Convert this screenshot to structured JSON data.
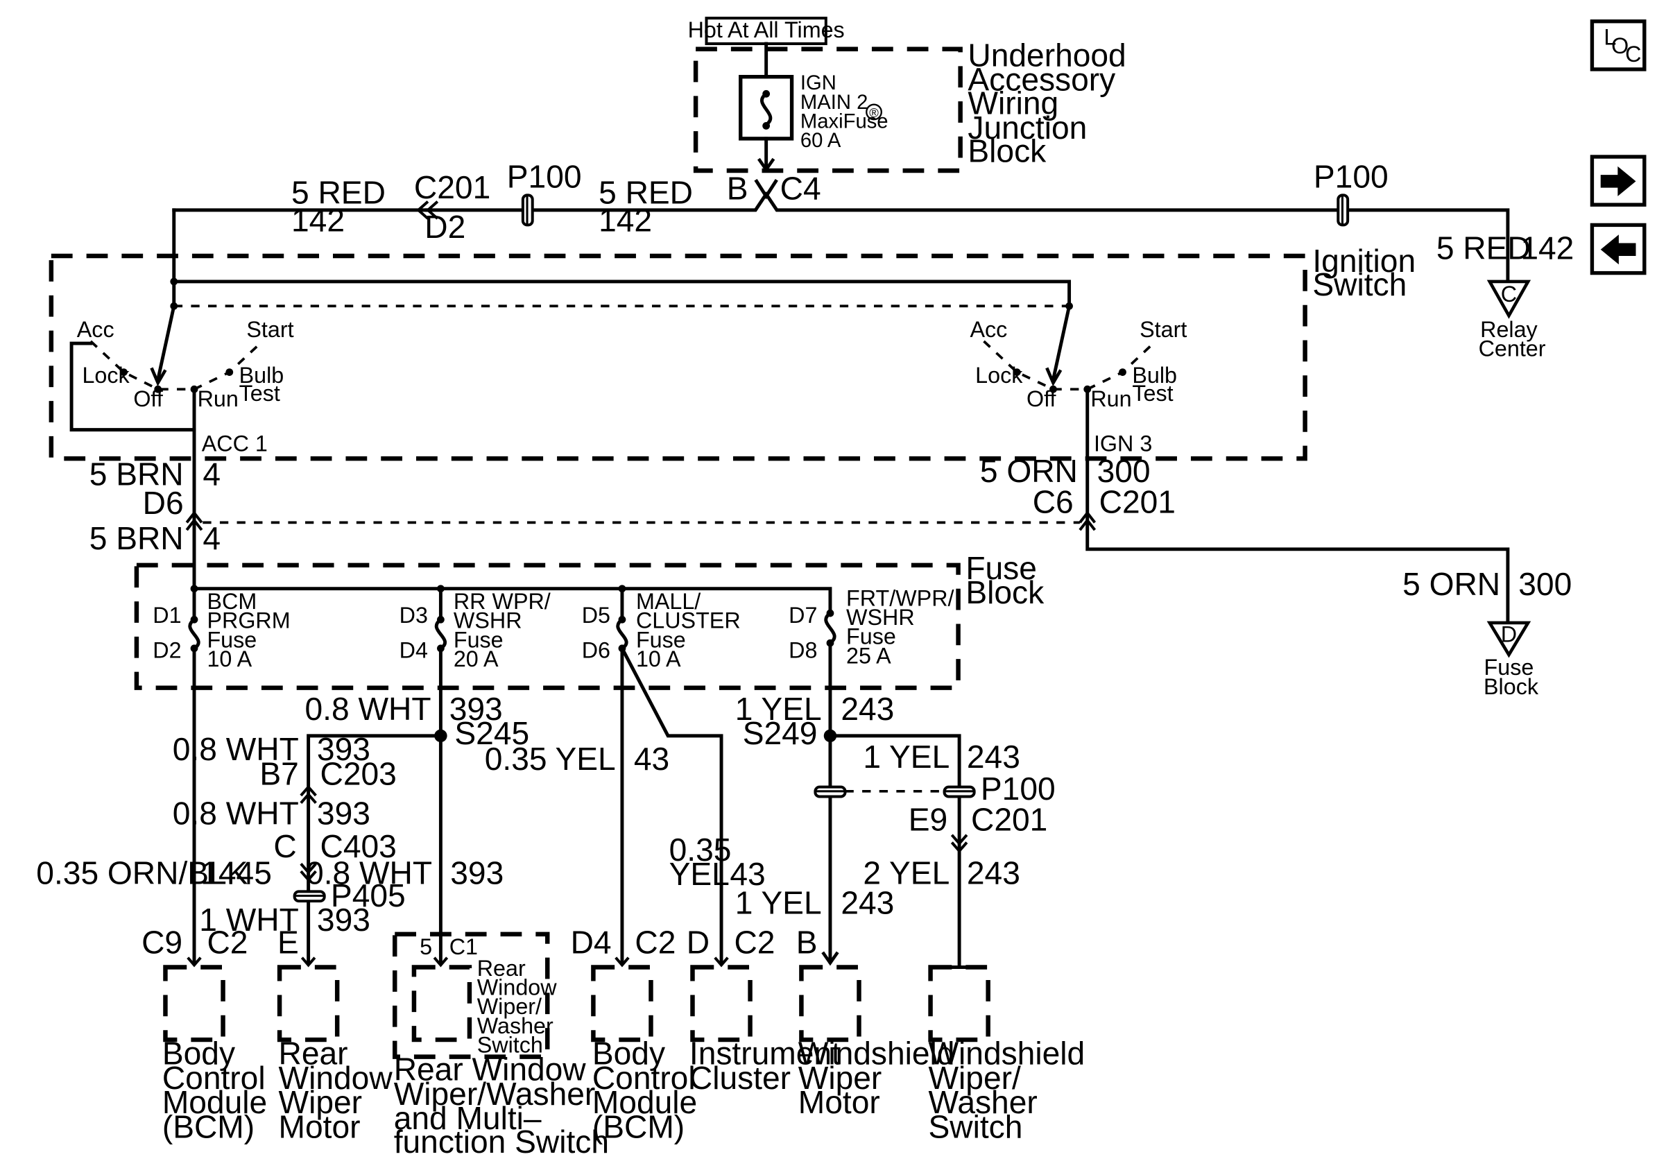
{
  "hot_label": "Hot At All Times",
  "underhood_block": [
    "Underhood",
    "Accessory",
    "Wiring",
    "Junction",
    "Block"
  ],
  "maxifuse": [
    "IGN",
    "MAIN 2",
    "MaxiFuse",
    "60 A"
  ],
  "registered_mark": "®",
  "top_wires": {
    "left_color": "5 RED",
    "left_circuit": "142",
    "c201_top": "C201",
    "c201_bottom": "D2",
    "p100_a": "P100",
    "mid_color": "5 RED",
    "mid_circuit": "142",
    "b_pin": "B",
    "c4": "C4",
    "p100_b": "P100",
    "right_color": "5 RED",
    "right_circuit": "142"
  },
  "relay_center": {
    "letter": "C",
    "label": [
      "Relay",
      "Center"
    ]
  },
  "ignition_switch": [
    "Ignition",
    "Switch"
  ],
  "switch_positions": {
    "acc": "Acc",
    "start": "Start",
    "lock": "Lock",
    "off": "Off",
    "run": "Run",
    "bulb": "Bulb",
    "test": "Test"
  },
  "ignition_outputs": {
    "acc1": "ACC 1",
    "ign3": "IGN 3",
    "left_color": "5 BRN",
    "left_circuit": "4",
    "left_pin": "D6",
    "left_color_2": "5 BRN",
    "left_circuit_2": "4",
    "right_color": "5 ORN",
    "right_circuit": "300",
    "right_pin": "C6",
    "right_connector": "C201",
    "branch_color": "5 ORN",
    "branch_circuit": "300"
  },
  "fuse_block_ref": {
    "letter": "D",
    "label": [
      "Fuse",
      "Block"
    ]
  },
  "fuse_block": [
    "Fuse",
    "Block"
  ],
  "fuses": [
    {
      "top_pin": "D1",
      "bottom_pin": "D2",
      "lines": [
        "BCM",
        "PRGRM",
        "Fuse",
        "10 A"
      ]
    },
    {
      "top_pin": "D3",
      "bottom_pin": "D4",
      "lines": [
        "RR WPR/",
        "WSHR",
        "Fuse",
        "20 A"
      ]
    },
    {
      "top_pin": "D5",
      "bottom_pin": "D6",
      "lines": [
        "MALL/",
        "CLUSTER",
        "Fuse",
        "10 A"
      ]
    },
    {
      "top_pin": "D7",
      "bottom_pin": "D8",
      "lines": [
        "FRT/WPR/",
        "WSHR",
        "Fuse",
        "25 A"
      ]
    }
  ],
  "circuits": {
    "wht_main": "0.8 WHT",
    "wht_main_num": "393",
    "s245": "S245",
    "wht_b": "0.8 WHT",
    "wht_b_num": "393",
    "b7": "B7",
    "c203": "C203",
    "wht_c": "0.8 WHT",
    "wht_c_num": "393",
    "c_pin": "C",
    "c403": "C403",
    "p405": "P405",
    "wht1": "1 WHT",
    "wht1_num": "393",
    "orn_blk": "0.35 ORN/BLK",
    "orn_blk_num": "1445",
    "wht_d": "0.8 WHT",
    "wht_d_num": "393",
    "yel035": "0.35 YEL",
    "yel035_num": "43",
    "yel035b_1": "0.35",
    "yel035b_2": "YEL",
    "yel035b_num": "43",
    "yel1": "1 YEL",
    "yel1_num": "243",
    "s249": "S249",
    "yel1b": "1 YEL",
    "yel1b_num": "243",
    "p100c": "P100",
    "e9": "E9",
    "c201c": "C201",
    "yel2": "2 YEL",
    "yel2_num": "243",
    "yel1c": "1 YEL",
    "yel1c_num": "243"
  },
  "components": [
    {
      "pin": "C9",
      "conn": "C2",
      "label": [
        "Body",
        "Control",
        "Module",
        "(BCM)"
      ]
    },
    {
      "pin": "E",
      "conn": "",
      "label": [
        "Rear",
        "Window",
        "Wiper",
        "Motor"
      ]
    },
    {
      "pin": "5",
      "conn": "C1",
      "inner": [
        "Rear",
        "Window",
        "Wiper/",
        "Washer",
        "Switch"
      ],
      "label": [
        "Rear Window",
        "Wiper/Washer",
        "and Multi–",
        "function Switch"
      ]
    },
    {
      "pin": "D4",
      "conn": "C2",
      "label": [
        "Body",
        "Control",
        "Module",
        "(BCM)"
      ]
    },
    {
      "pin": "D",
      "conn": "C2",
      "label": [
        "Instrument",
        "Cluster"
      ]
    },
    {
      "pin": "B",
      "conn": "",
      "label": [
        "Windshield",
        "Wiper",
        "Motor"
      ]
    },
    {
      "pin": "",
      "conn": "",
      "label": [
        "Windshield",
        "Wiper/",
        "Washer",
        "Switch"
      ]
    }
  ],
  "nav": {
    "loc_l": "L",
    "loc_o": "O",
    "loc_c": "C",
    "next_icon": "arrow-right-icon",
    "prev_icon": "arrow-left-icon"
  }
}
